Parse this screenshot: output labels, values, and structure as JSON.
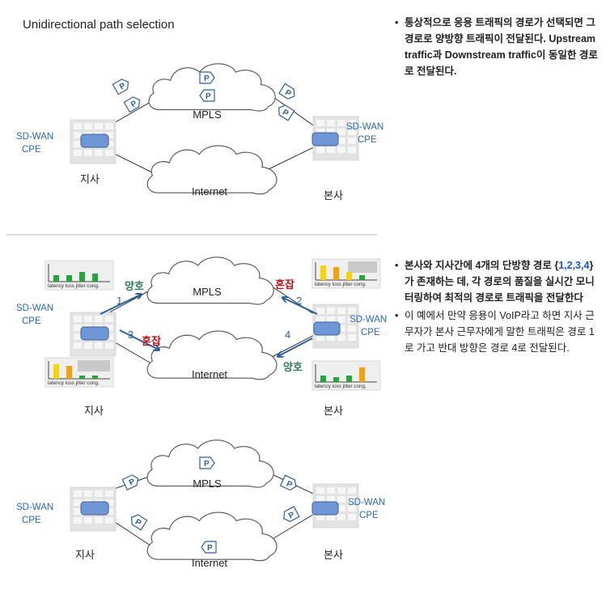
{
  "section1": {
    "title": "Unidirectional path selection",
    "mpls_label": "MPLS",
    "internet_label": "Internet",
    "left_cpe_label": [
      "SD-WAN",
      "CPE"
    ],
    "right_cpe_label": [
      "SD-WAN",
      "CPE"
    ],
    "left_site": "지사",
    "right_site": "본사",
    "packet_glyph": "P"
  },
  "section2": {
    "mpls_label": "MPLS",
    "internet_label": "Internet",
    "left_cpe_label": [
      "SD-WAN",
      "CPE"
    ],
    "right_cpe_label": [
      "SD-WAN",
      "CPE"
    ],
    "left_site": "지사",
    "right_site": "본사",
    "path_numbers": [
      "1",
      "2",
      "3",
      "4"
    ],
    "status_good": "양호",
    "status_congested": "혼잡",
    "metrics_label": "latency loss jitter cong.",
    "colors": {
      "good": "#2e7d5b",
      "congested": "#c0161b",
      "arrow": "#2e5f9e",
      "cpe": "#6f97d6"
    }
  },
  "section3": {
    "mpls_label": "MPLS",
    "internet_label": "Internet",
    "left_cpe_label": [
      "SD-WAN",
      "CPE"
    ],
    "right_cpe_label": [
      "SD-WAN",
      "CPE"
    ],
    "left_site": "지사",
    "right_site": "본사",
    "packet_glyph": "P"
  },
  "notes1": {
    "bullet1": "통상적으로 응용 트래픽의 경로가 선택되면 그 경로로 양방향 트래픽이 전달된다. Upstream traffic과 Downstream traffic이 동일한 경로로 전달된다."
  },
  "notes2": {
    "bullet1_a": "본사와 지사간에 4개의 단방향 경로 ",
    "bullet1_b": "{",
    "bullet1_c": "1,2,3,4",
    "bullet1_d": "}",
    "bullet1_e": "가 존재하는 데, 각 경로의 품질을 실시간 모니터링하여 최적의 경로로 트래픽을 전달한다",
    "bullet2": "이 예에서 만약 응용이 VoIP라고 하면 지사 근무자가 본사 근무자에게 말한 트래픽은 경로 1로 가고 반대 방향은 경로 4로 전달된다."
  }
}
